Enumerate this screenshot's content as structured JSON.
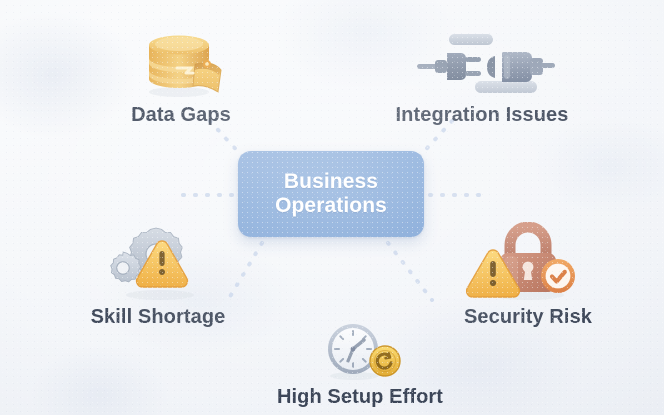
{
  "diagram": {
    "type": "hub-and-spoke",
    "background_color": "#f4f6f9",
    "center": {
      "label_line1": "Business",
      "label_line2": "Operations",
      "fill_color": "#7ba3d6",
      "text_color": "#ffffff"
    },
    "connector": {
      "style": "dotted",
      "color": "#ccd8ec"
    },
    "nodes": [
      {
        "id": "data-gaps",
        "label": "Data Gaps",
        "icon": "database-broken-icon",
        "icon_color": "#e8a53b",
        "position": "top-left"
      },
      {
        "id": "integration-issues",
        "label": "Integration Issues",
        "icon": "disconnected-plug-icon",
        "icon_color": "#7a8699",
        "position": "top-right"
      },
      {
        "id": "skill-shortage",
        "label": "Skill Shortage",
        "icon": "gears-warning-icon",
        "icon_color": "#b7c0cd",
        "position": "left"
      },
      {
        "id": "security-risk",
        "label": "Security Risk",
        "icon": "padlock-warning-check-icon",
        "icon_color": "#c0735c",
        "position": "right"
      },
      {
        "id": "high-setup-effort",
        "label": "High Setup Effort",
        "icon": "clock-coin-icon",
        "icon_color": "#aab6c6",
        "position": "bottom"
      }
    ],
    "label_text_color": "#3b4557"
  }
}
